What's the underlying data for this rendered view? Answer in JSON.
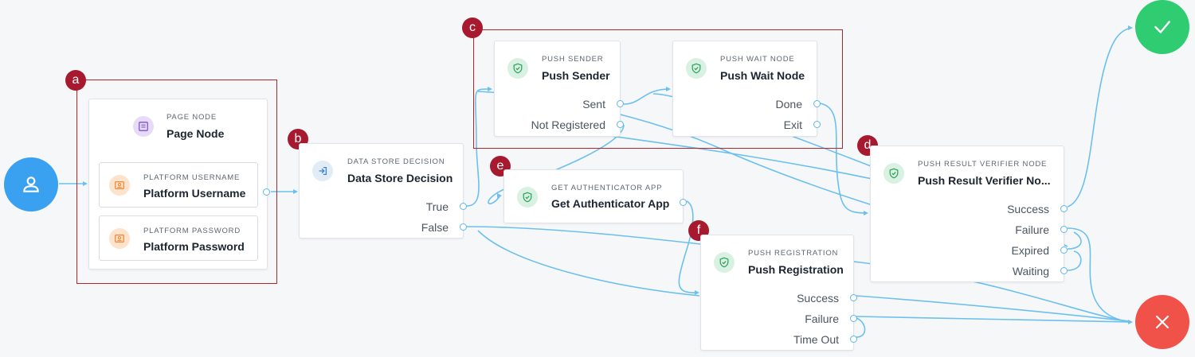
{
  "start": {
    "icon": "user-icon"
  },
  "markers": {
    "a": "a",
    "b": "b",
    "c": "c",
    "d": "d",
    "e": "e",
    "f": "f"
  },
  "page_node": {
    "kind": "PAGE NODE",
    "title": "Page Node",
    "icon": "page-icon",
    "children": [
      {
        "kind": "PLATFORM USERNAME",
        "title": "Platform Username",
        "icon": "id-card-icon"
      },
      {
        "kind": "PLATFORM PASSWORD",
        "title": "Platform Password",
        "icon": "id-card-icon"
      }
    ]
  },
  "data_store_decision": {
    "kind": "DATA STORE DECISION",
    "title": "Data Store Decision",
    "icon": "sign-in-icon",
    "outcomes": [
      "True",
      "False"
    ]
  },
  "push_sender": {
    "kind": "PUSH SENDER",
    "title": "Push Sender",
    "icon": "shield-check-icon",
    "outcomes": [
      "Sent",
      "Not Registered"
    ]
  },
  "push_wait_node": {
    "kind": "PUSH WAIT NODE",
    "title": "Push Wait Node",
    "icon": "shield-check-icon",
    "outcomes": [
      "Done",
      "Exit"
    ]
  },
  "get_authenticator_app": {
    "kind": "GET AUTHENTICATOR APP",
    "title": "Get Authenticator App",
    "icon": "shield-check-icon"
  },
  "push_result_verifier": {
    "kind": "PUSH RESULT VERIFIER NODE",
    "title": "Push Result Verifier No...",
    "icon": "shield-check-icon",
    "outcomes": [
      "Success",
      "Failure",
      "Expired",
      "Waiting"
    ]
  },
  "push_registration": {
    "kind": "PUSH REGISTRATION",
    "title": "Push Registration",
    "icon": "shield-check-icon",
    "outcomes": [
      "Success",
      "Failure",
      "Time Out"
    ]
  },
  "success_end": {
    "icon": "checkmark-icon",
    "color": "#2fcc71"
  },
  "failure_end": {
    "icon": "close-icon",
    "color": "#f0524a"
  },
  "colors": {
    "connector": "#6cc0ee",
    "group_border": "#b8222a",
    "marker": "#a6192e",
    "start": "#3aa0f0"
  }
}
